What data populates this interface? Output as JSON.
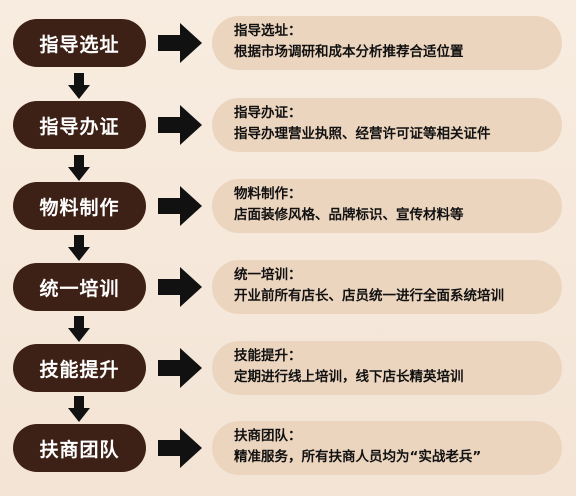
{
  "steps": [
    {
      "label": "指导选址",
      "title": "指导选址：",
      "desc": "根据市场调研和成本分析推荐合适位置"
    },
    {
      "label": "指导办证",
      "title": "指导办证：",
      "desc": "指导办理营业执照、经营许可证等相关证件"
    },
    {
      "label": "物料制作",
      "title": "物料制作：",
      "desc": "店面装修风格、品牌标识、宣传材料等"
    },
    {
      "label": "统一培训",
      "title": "统一培训：",
      "desc": "开业前所有店长、店员统一进行全面系统培训"
    },
    {
      "label": "技能提升",
      "title": "技能提升：",
      "desc": "定期进行线上培训，线下店长精英培训"
    },
    {
      "label": "扶商团队",
      "title": "扶商团队：",
      "desc": "精准服务，所有扶商人员均为“实战老兵”"
    }
  ],
  "colors": {
    "background": "#f6e9dc",
    "pill": "#3e2116",
    "desc_box": "#ecd5bf",
    "arrow": "#111111"
  },
  "icons": {
    "right": "arrow-right-icon",
    "down": "arrow-down-icon"
  }
}
